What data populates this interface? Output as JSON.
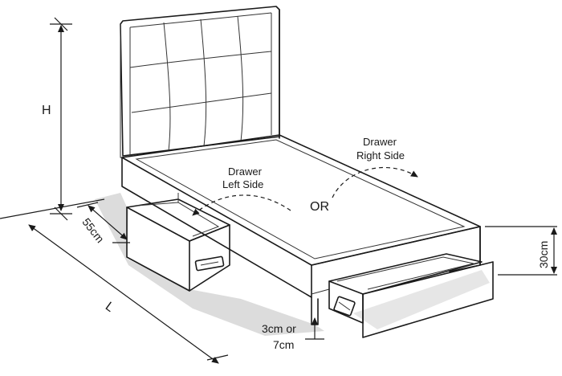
{
  "labels": {
    "height": "H",
    "length": "L",
    "depth": "55cm",
    "drawer_height": "30cm",
    "clearance_line1": "3cm or",
    "clearance_line2": "7cm",
    "drawer_left_line1": "Drawer",
    "drawer_left_line2": "Left Side",
    "drawer_right_line1": "Drawer",
    "drawer_right_line2": "Right Side",
    "or": "OR"
  },
  "colors": {
    "line": "#1a1a1a",
    "shadow": "#d9d9d9",
    "fill": "#ffffff"
  }
}
